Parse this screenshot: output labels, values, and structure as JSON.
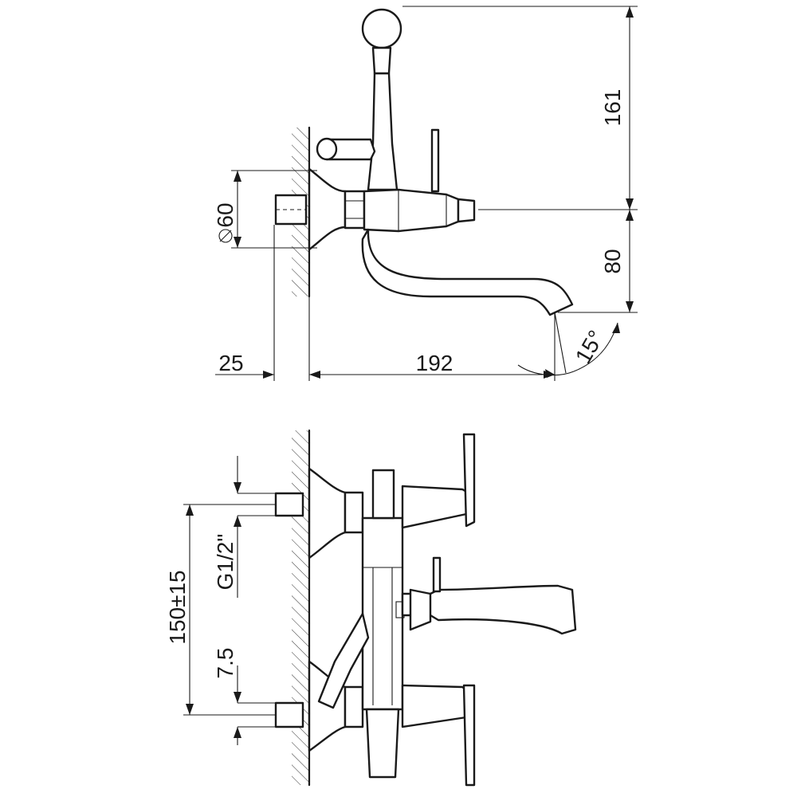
{
  "top_view": {
    "dim_161": "161",
    "dim_80": "80",
    "dim_diameter_60": "60",
    "dim_25": "25",
    "dim_192": "192",
    "dim_angle_15": "15°"
  },
  "front_view": {
    "dim_150_15": "150±15",
    "dim_thread": "G1/2\"",
    "dim_7_5": "7.5"
  }
}
